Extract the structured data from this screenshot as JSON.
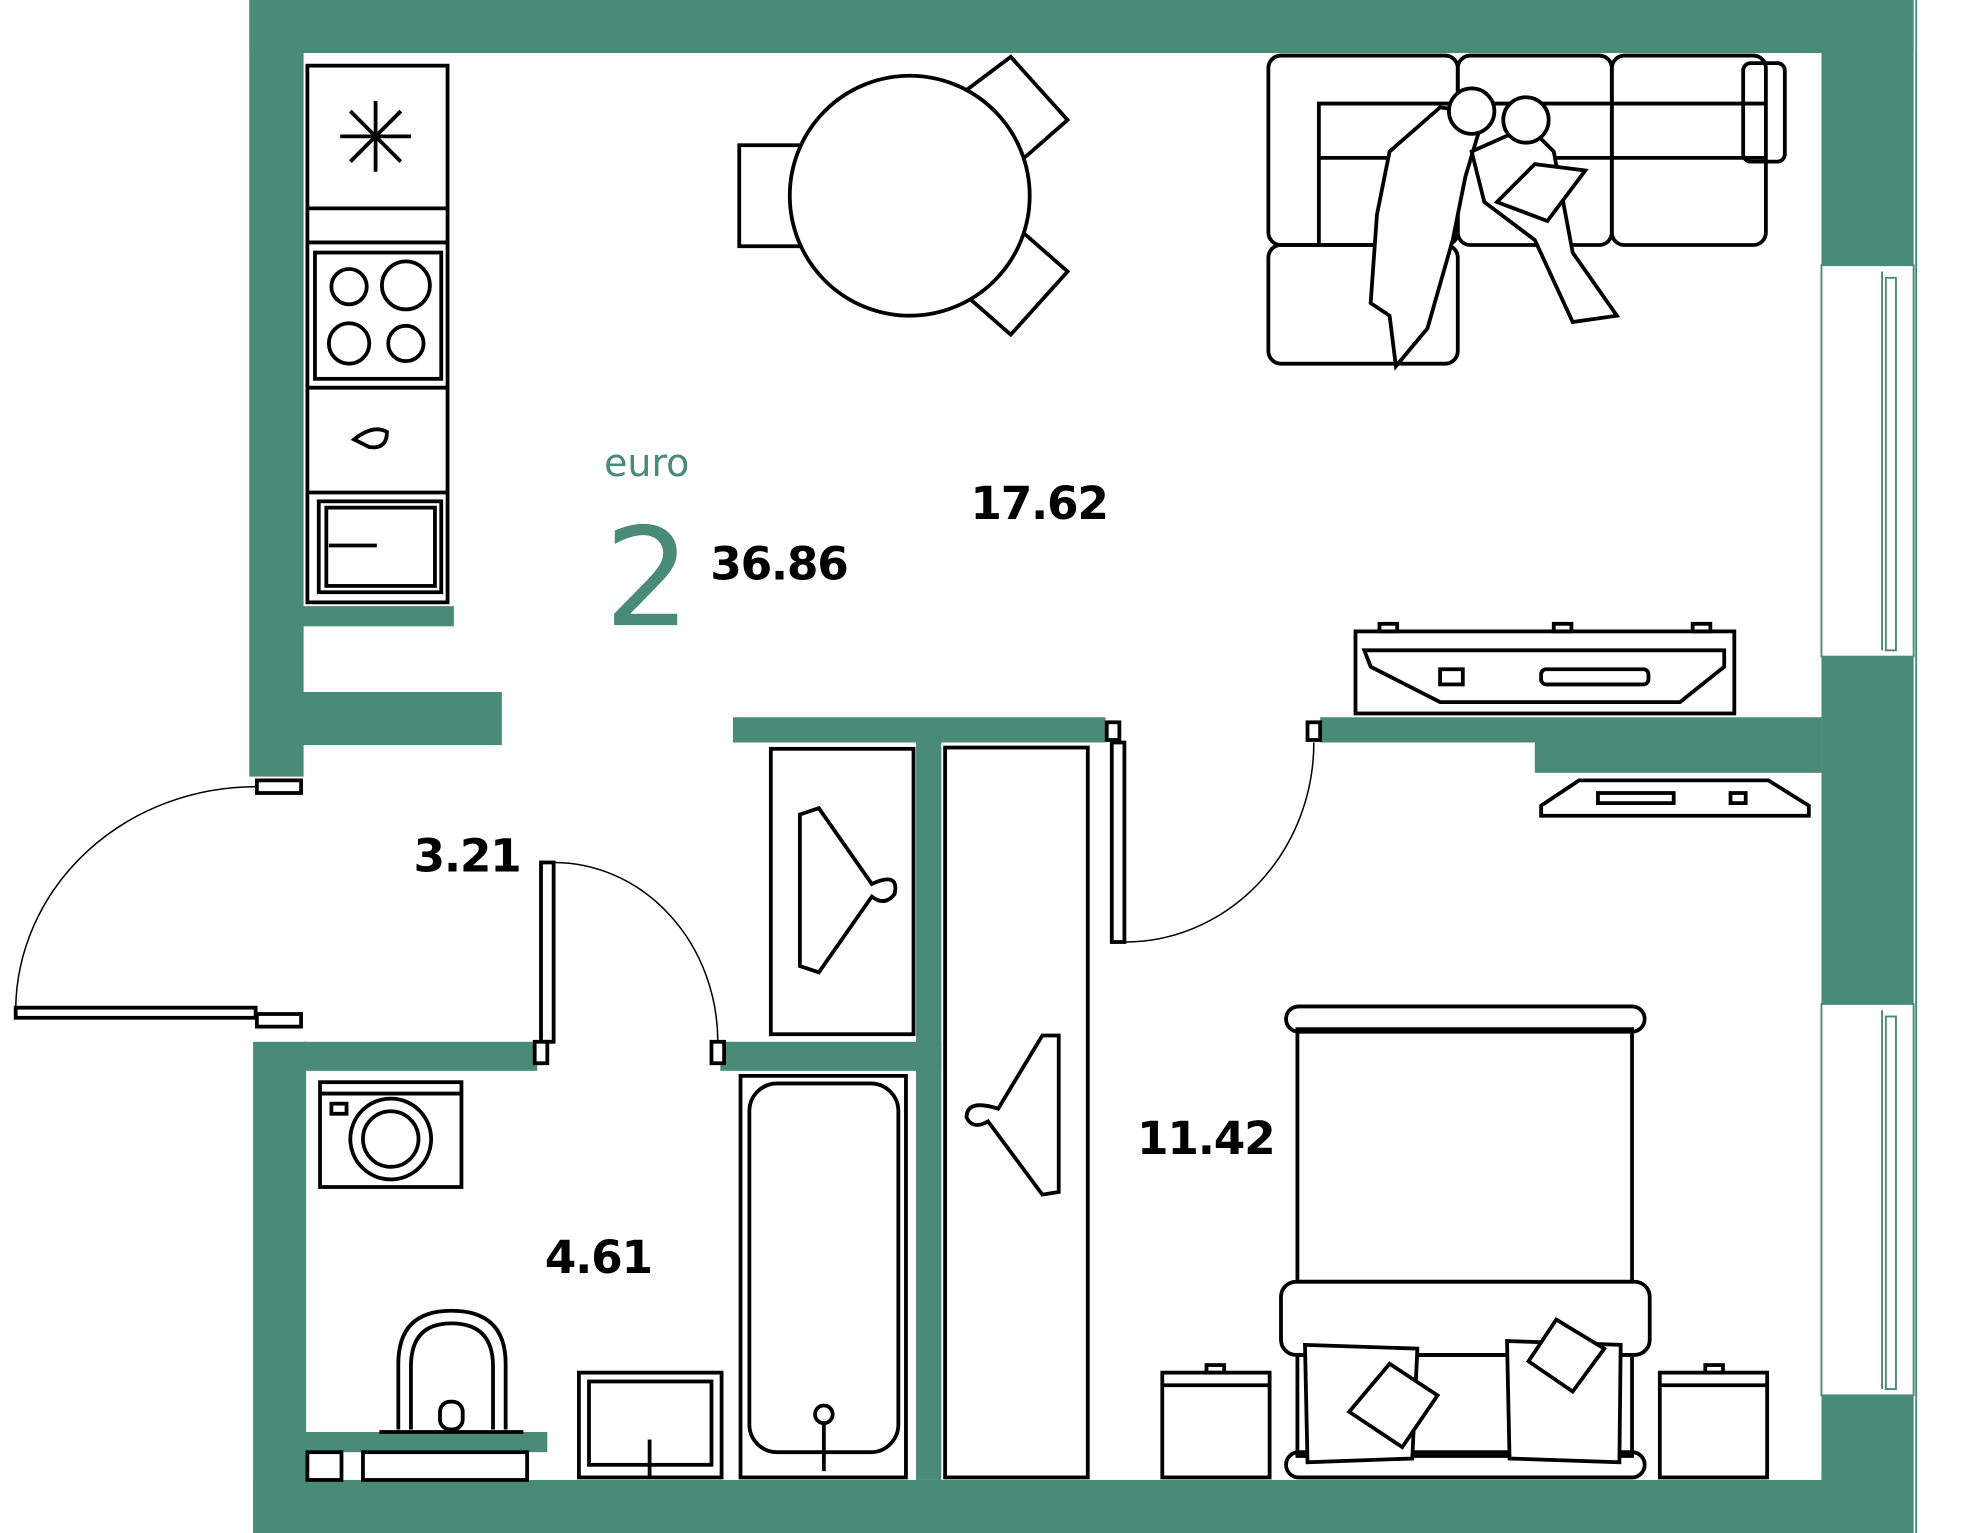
{
  "plan": {
    "type_label": "euro",
    "rooms_count": "2",
    "total_area": "36.86",
    "rooms": [
      {
        "name": "kitchen-living",
        "area": "17.62"
      },
      {
        "name": "hallway",
        "area": "3.21"
      },
      {
        "name": "bathroom",
        "area": "4.61"
      },
      {
        "name": "bedroom",
        "area": "11.42"
      }
    ]
  },
  "colors": {
    "wall": "#4a8a78",
    "text": "#000000"
  }
}
